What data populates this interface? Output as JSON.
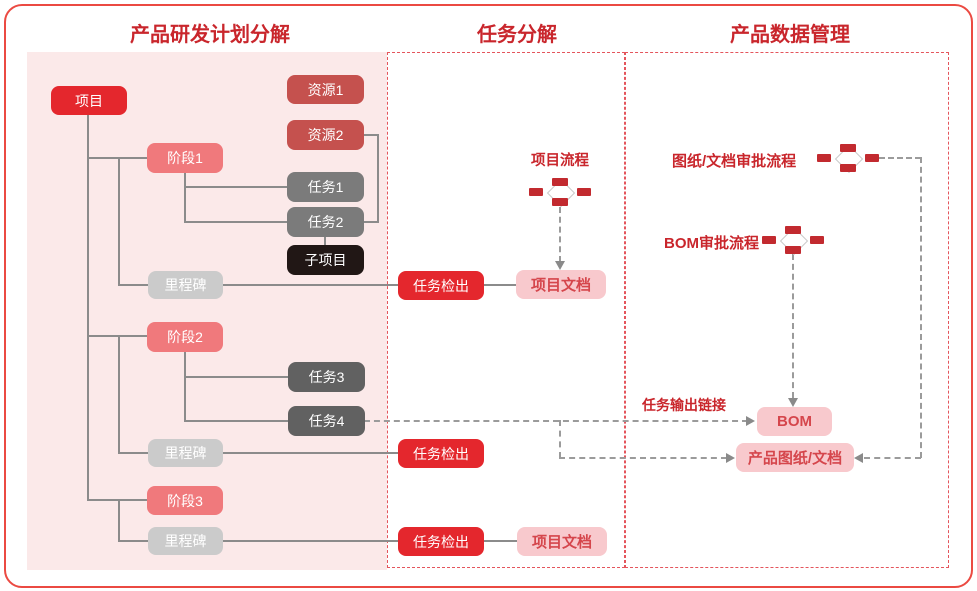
{
  "titles": {
    "plan": "产品研发计划分解",
    "task": "任务分解",
    "pdm": "产品数据管理"
  },
  "plan_tree": {
    "project": "项目",
    "stage1": "阶段1",
    "stage2": "阶段2",
    "stage3": "阶段3",
    "resource1": "资源1",
    "resource2": "资源2",
    "task1": "任务1",
    "task2": "任务2",
    "task3": "任务3",
    "task4": "任务4",
    "subproject": "子项目",
    "milestone1": "里程碑",
    "milestone2": "里程碑",
    "milestone3": "里程碑"
  },
  "task_panel": {
    "checkout1": "任务检出",
    "checkout2": "任务检出",
    "checkout3": "任务检出",
    "doc1": "项目文档",
    "doc2": "项目文档",
    "project_flow_label": "项目流程"
  },
  "pdm_panel": {
    "drawing_flow_label": "图纸/文档审批流程",
    "bom_flow_label": "BOM审批流程",
    "task_output_label": "任务输出链接",
    "bom": "BOM",
    "product_docs": "产品图纸/文档"
  },
  "colors": {
    "outer_border": "#EB4A42",
    "title_red": "#C9262C",
    "panel_pink": "#FBE9E9",
    "panel_dash_border": "#E4555C",
    "node_red": "#E4272D",
    "node_salmon": "#F0797C",
    "node_brick": "#C5514E",
    "node_gray": "#7B7B7B",
    "node_dark_gray": "#616161",
    "node_black": "#211715",
    "node_light_gray": "#CBCBCB",
    "pink_box_bg": "#F8C9CD",
    "pink_box_text": "#D5464C",
    "solid_line": "#8B8B8B",
    "dashed_line": "#9B9B9B",
    "workflow_icon_red": "#C22A2F"
  }
}
